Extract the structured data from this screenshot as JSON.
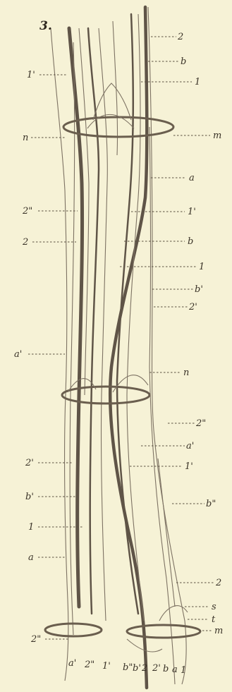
{
  "figure": {
    "number": "3.",
    "right_labels": [
      "2",
      "b",
      "1",
      "m",
      "a",
      "1'",
      "b",
      "1",
      "b'",
      "2'",
      "n",
      "2\"",
      "a'",
      "1'",
      "b\"",
      "2",
      "s",
      "t",
      "m"
    ],
    "left_labels": [
      "1'",
      "n",
      "2\"",
      "2",
      "a'",
      "2'",
      "b'",
      "1",
      "a",
      "2\""
    ],
    "bottom_labels": [
      "a'",
      "2\"",
      "1'",
      "b\"",
      "b'",
      "2",
      "2'",
      "b",
      "a",
      "1"
    ]
  },
  "colors": {
    "background": "#f6f2d6",
    "ink": "#3a3328",
    "dark_vessel": "#5f5447"
  }
}
